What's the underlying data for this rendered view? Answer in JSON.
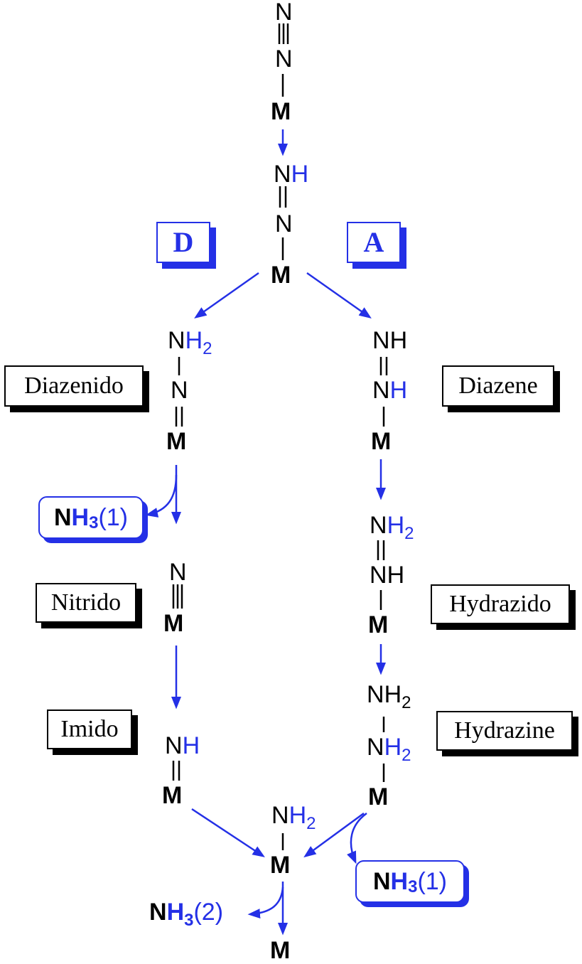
{
  "colors": {
    "accent": "#2430e6",
    "ink": "#000000"
  },
  "pathways": {
    "distal": "D",
    "alternating": "A"
  },
  "intermediates": {
    "diazenido": "Diazenido",
    "diazene": "Diazene",
    "nitrido": "Nitrido",
    "hydrazido": "Hydrazido",
    "imido": "Imido",
    "hydrazine": "Hydrazine"
  },
  "atoms": {
    "N": "N",
    "M": "M",
    "H": "H",
    "sub2": "2"
  },
  "ammonia": {
    "first": {
      "n": "N",
      "h": "H",
      "sub": "3",
      "num": "(1)"
    },
    "second": {
      "n": "N",
      "h": "H",
      "sub": "3",
      "num": "(2)"
    }
  }
}
